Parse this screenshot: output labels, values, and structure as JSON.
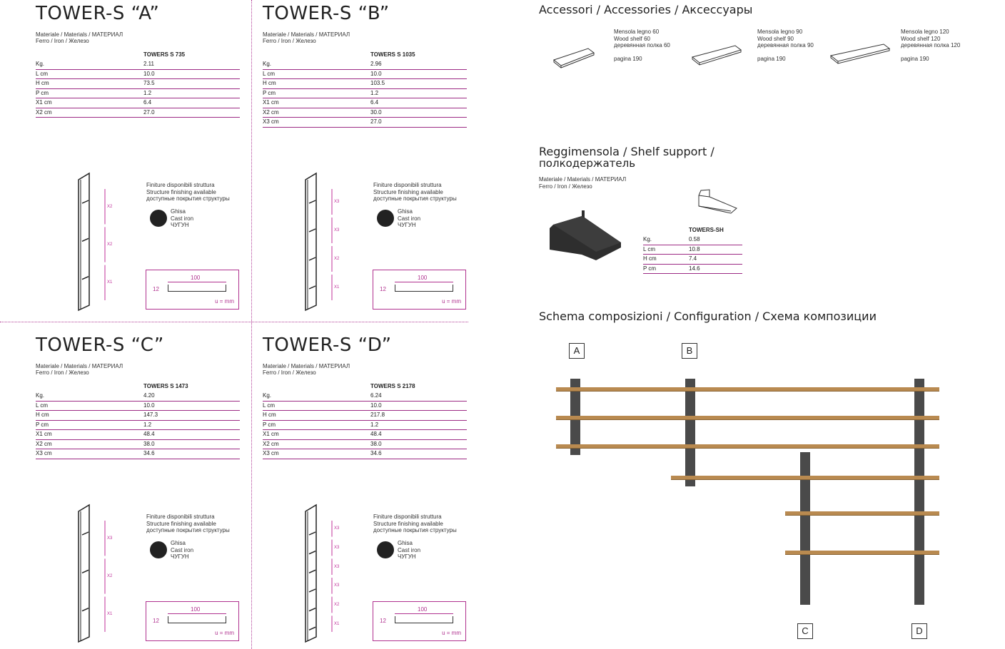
{
  "towers": [
    {
      "title": "TOWER-S “A”",
      "material1": "Materiale / Materials / МАТЕРИАЛ",
      "material2": "Ferro / Iron / Железо",
      "model": "TOWERS S 735",
      "rows": [
        [
          "Kg.",
          "2.11"
        ],
        [
          "L cm",
          "10.0"
        ],
        [
          "H cm",
          "73.5"
        ],
        [
          "P cm",
          "1.2"
        ],
        [
          "X1 cm",
          "6.4"
        ],
        [
          "X2 cm",
          "27.0"
        ]
      ],
      "marks": [
        "X2",
        "X2",
        "X1"
      ]
    },
    {
      "title": "TOWER-S “B”",
      "material1": "Materiale / Materials / МАТЕРИАЛ",
      "material2": "Ferro / Iron / Железо",
      "model": "TOWERS S 1035",
      "rows": [
        [
          "Kg.",
          "2.96"
        ],
        [
          "L cm",
          "10.0"
        ],
        [
          "H cm",
          "103.5"
        ],
        [
          "P cm",
          "1.2"
        ],
        [
          "X1 cm",
          "6.4"
        ],
        [
          "X2 cm",
          "30.0"
        ],
        [
          "X3 cm",
          "27.0"
        ]
      ],
      "marks": [
        "X3",
        "X3",
        "X2",
        "X1"
      ]
    },
    {
      "title": "TOWER-S “C”",
      "material1": "Materiale / Materials / МАТЕРИАЛ",
      "material2": "Ferro / Iron / Железо",
      "model": "TOWERS S 1473",
      "rows": [
        [
          "Kg.",
          "4.20"
        ],
        [
          "L cm",
          "10.0"
        ],
        [
          "H cm",
          "147.3"
        ],
        [
          "P cm",
          "1.2"
        ],
        [
          "X1 cm",
          "48.4"
        ],
        [
          "X2 cm",
          "38.0"
        ],
        [
          "X3 cm",
          "34.6"
        ]
      ],
      "marks": [
        "X3",
        "X2",
        "X1"
      ]
    },
    {
      "title": "TOWER-S “D”",
      "material1": "Materiale / Materials / МАТЕРИАЛ",
      "material2": "Ferro / Iron / Железо",
      "model": "TOWERS S 2178",
      "rows": [
        [
          "Kg.",
          "6.24"
        ],
        [
          "L cm",
          "10.0"
        ],
        [
          "H cm",
          "217.8"
        ],
        [
          "P cm",
          "1.2"
        ],
        [
          "X1 cm",
          "48.4"
        ],
        [
          "X2 cm",
          "38.0"
        ],
        [
          "X3 cm",
          "34.6"
        ]
      ],
      "marks": [
        "X3",
        "X3",
        "X3",
        "X3",
        "X2",
        "X1"
      ]
    }
  ],
  "finish": {
    "l1": "Finiture disponibili struttura",
    "l2": " Structure finishing available",
    "l3": "доступные покрытия структуры",
    "n1": "Ghisa",
    "n2": "Cast iron",
    "n3": "ЧУГУН",
    "width": "100",
    "height": "12",
    "unit": "u = mm"
  },
  "accessories": {
    "title": "Accessori / Accessories / Аксессуары",
    "items": [
      {
        "l1": "Mensola legno 60",
        "l2": "Wood shelf 60",
        "l3": "деревянная полка 60",
        "page": "pagina 190"
      },
      {
        "l1": "Mensola legno 90",
        "l2": "Wood shelf 90",
        "l3": "деревянная полка 90",
        "page": "pagina 190"
      },
      {
        "l1": "Mensola legno 120",
        "l2": "Wood shelf 120",
        "l3": "деревянная полка 120",
        "page": "pagina 190"
      }
    ]
  },
  "support": {
    "title1": "Reggimensola / Shelf support /",
    "title2": "полкодержатель",
    "material1": "Materiale / Materials / МАТЕРИАЛ",
    "material2": "Ferro / Iron / Железо",
    "model": "TOWERS-SH",
    "rows": [
      [
        "Kg.",
        "0.58"
      ],
      [
        "L cm",
        "10.8"
      ],
      [
        "H cm",
        "7.4"
      ],
      [
        "P cm",
        "14.6"
      ]
    ]
  },
  "config": {
    "title": "Schema composizioni / Configuration / Схема композиции",
    "labels": [
      "A",
      "B",
      "C",
      "D"
    ]
  }
}
